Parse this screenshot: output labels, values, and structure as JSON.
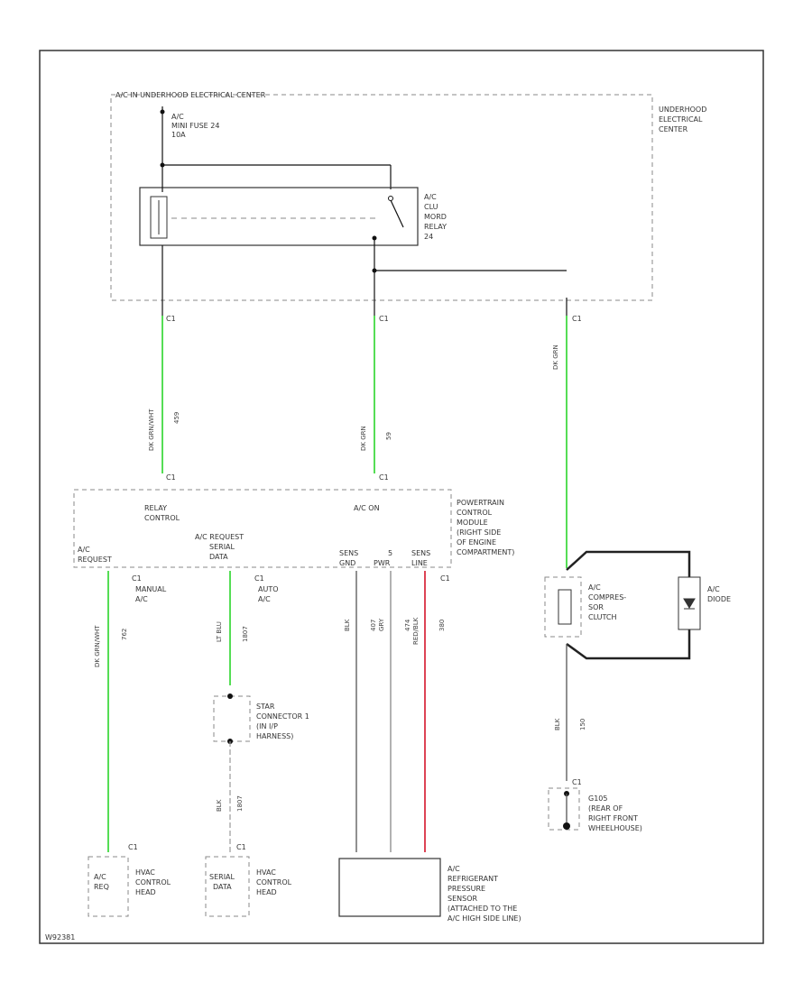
{
  "diagram": {
    "blocks": {
      "ac_relay_fuse_block": "A/C IN UNDERHOOD ELECTRICAL CENTER",
      "underhood_center": [
        "UNDERHOOD",
        "ELECTRICAL",
        "CENTER"
      ],
      "fuse": [
        "A/C",
        "MINI FUSE 24",
        "10A"
      ],
      "relay": [
        "A/C",
        "CLU",
        "MORD",
        "RELAY",
        "24"
      ],
      "pcm_relay_control": [
        "RELAY",
        "CONTROL"
      ],
      "pcm_ac_on": "A/C ON",
      "pcm": [
        "POWERTRAIN",
        "CONTROL",
        "MODULE",
        "(RIGHT SIDE",
        "OF ENGINE",
        "COMPARTMENT)"
      ],
      "pcm_ac_request": [
        "A/C",
        "REQUEST"
      ],
      "pcm_serial": [
        "A/C REQUEST",
        "SERIAL",
        "DATA"
      ],
      "pcm_sensor_pins": [
        "SENS",
        "5",
        "SENS"
      ],
      "pcm_sensor_pins2": [
        "GND",
        "PWR",
        "LINE"
      ],
      "manual_ac": [
        "MANUAL",
        "A/C"
      ],
      "auto_ac": [
        "AUTO",
        "A/C"
      ],
      "star_connector": [
        "STAR",
        "CONNECTOR 1",
        "(IN I/P",
        "HARNESS)"
      ],
      "compressor_clutch": [
        "A/C",
        "COMPRES-",
        "SOR",
        "CLUTCH"
      ],
      "diode": [
        "A/C",
        "DIODE"
      ],
      "ground": [
        "G105",
        "(REAR OF",
        "RIGHT FRONT",
        "WHEELHOUSE)"
      ],
      "hvac_head_1_pin": [
        "A/C",
        "REQ"
      ],
      "hvac_head_1": [
        "HVAC",
        "CONTROL",
        "HEAD"
      ],
      "hvac_head_2_pin": [
        "SERIAL",
        "DATA"
      ],
      "hvac_head_2": [
        "HVAC",
        "CONTROL",
        "HEAD"
      ],
      "pressure_sensor": [
        "A/C",
        "REFRIGERANT",
        "PRESSURE",
        "SENSOR",
        "(ATTACHED TO THE",
        "A/C HIGH SIDE LINE)"
      ]
    },
    "wires": {
      "w1": [
        "DK GRN/WHT",
        "459"
      ],
      "w2": [
        "DK GRN",
        "59"
      ],
      "w3": [
        "DK GRN"
      ],
      "w4": [
        "DK GRN/WHT",
        "762"
      ],
      "w5": [
        "LT BLU",
        "1807"
      ],
      "w6": [
        "BLK",
        "1807"
      ],
      "w7": [
        "BLK",
        "407"
      ],
      "w8": [
        "GRY",
        "474"
      ],
      "w9": [
        "RED/BLK",
        "380"
      ],
      "w10": [
        "BLK",
        "150"
      ]
    },
    "pins": {
      "p1": "C1",
      "p2": "C1",
      "p3": "C1",
      "p4": "C1",
      "p5": "C1",
      "p6": "C1",
      "p7": "C1",
      "p8": "C1",
      "p9": "C1",
      "p10": "C1",
      "p11": "C1"
    },
    "footer_code": "W92381"
  },
  "colors": {
    "green": "#55dd55",
    "red": "#dd4455",
    "black": "#111111",
    "frame": "#333333",
    "dash": "#888888"
  }
}
